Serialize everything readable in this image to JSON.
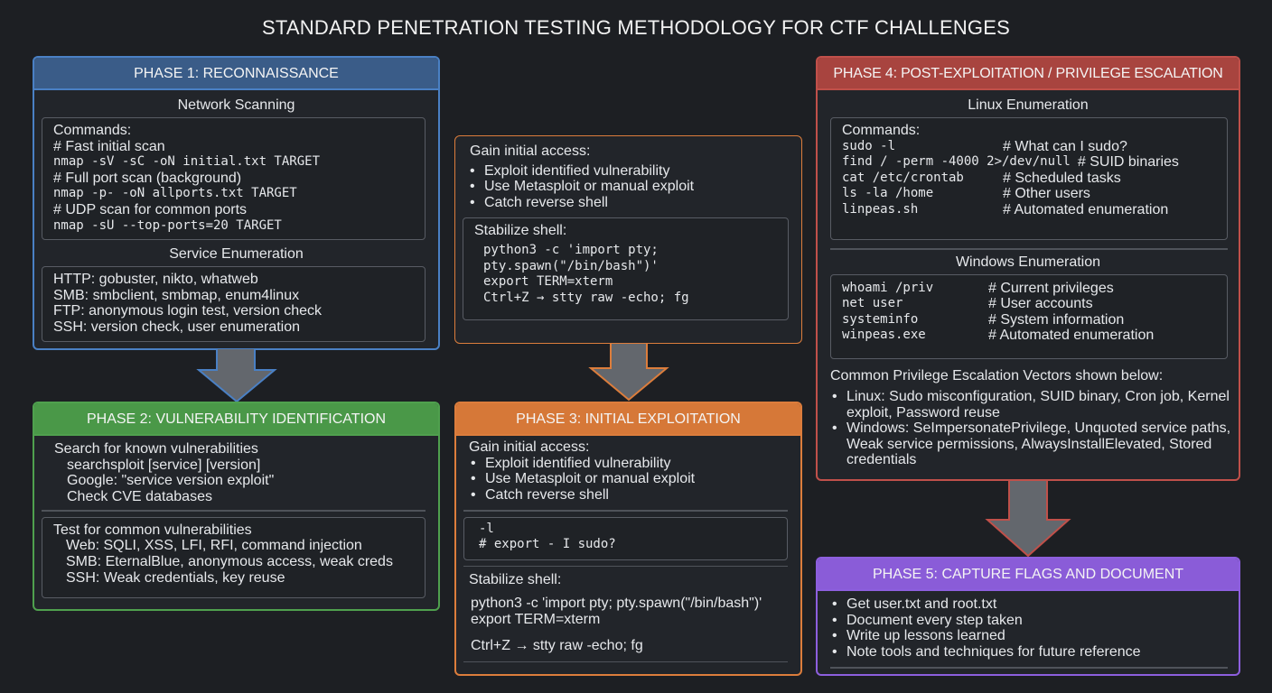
{
  "title": "STANDARD PENETRATION TESTING METHODOLOGY FOR CTF CHALLENGES",
  "colors": {
    "background": "#1d1f23",
    "phase1": "#4a80c4",
    "phase2": "#4fa04e",
    "phase3": "#dc7d3c",
    "phase4": "#c0504a",
    "phase5": "#8d5fde"
  },
  "phase1": {
    "header": "PHASE 1: RECONNAISSANCE",
    "network_title": "Network Scanning",
    "commands_label": "Commands:",
    "commands": [
      {
        "text": "# Fast initial scan",
        "mono": false
      },
      {
        "text": "nmap -sV -sC -oN initial.txt TARGET",
        "mono": true
      },
      {
        "text": "# Full port scan (background)",
        "mono": false
      },
      {
        "text": "nmap -p- -oN allports.txt TARGET",
        "mono": true
      },
      {
        "text": "# UDP scan for common ports",
        "mono": false
      },
      {
        "text": "nmap -sU --top-ports=20 TARGET",
        "mono": true
      }
    ],
    "service_title": "Service Enumeration",
    "services": [
      "HTTP: gobuster, nikto, whatweb",
      "SMB: smbclient, smbmap, enum4linux",
      "FTP: anonymous login test, version check",
      "SSH: version check, user enumeration"
    ]
  },
  "phase2": {
    "header": "PHASE 2: VULNERABILITY IDENTIFICATION",
    "search_title": "Search for known vulnerabilities",
    "search_items": [
      "searchsploit [service] [version]",
      "Google: \"service version exploit\"",
      "Check CVE databases"
    ],
    "test_title": "Test for common vulnerabilities",
    "test_items": [
      "Web: SQLI, XSS, LFI, RFI, command injection",
      "SMB: EternalBlue, anonymous access, weak creds",
      "SSH: Weak credentials, key reuse"
    ]
  },
  "access_box": {
    "gain_title": "Gain initial access:",
    "bullets": [
      "Exploit identified vulnerability",
      "Use Metasploit or manual exploit",
      "Catch reverse shell"
    ],
    "stabilize_title": "Stabilize shell:",
    "stabilize_lines": [
      "python3 -c 'import pty;",
      "pty.spawn(\"/bin/bash\")'",
      "export TERM=xterm",
      "Ctrl+Z → stty raw -echo; fg"
    ]
  },
  "phase3": {
    "header": "PHASE 3: INITIAL EXPLOITATION",
    "gain_title": "Gain initial access:",
    "bullets": [
      "Exploit identified vulnerability",
      "Use Metasploit or manual exploit",
      "Catch reverse shell"
    ],
    "code_lines": [
      "-l",
      "# export - I sudo?"
    ],
    "stabilize_title": "Stabilize shell:",
    "stabilize_lines": [
      "python3 -c 'import pty; pty.spawn(\"/bin/bash\")'",
      "export TERM=xterm"
    ],
    "ctrlz": "Ctrl+Z → stty raw -echo; fg"
  },
  "phase4": {
    "header": "PHASE 4: POST-EXPLOITATION / PRIVILEGE ESCALATION",
    "linux_title": "Linux Enumeration",
    "commands_label": "Commands:",
    "linux_cmds": [
      {
        "cmd": "sudo -l",
        "comment": "# What can I sudo?"
      },
      {
        "cmd": "find / -perm -4000 2>/dev/null",
        "comment": "# SUID binaries"
      },
      {
        "cmd": "cat /etc/crontab",
        "comment": "# Scheduled tasks"
      },
      {
        "cmd": "ls -la /home",
        "comment": "# Other users"
      },
      {
        "cmd": "linpeas.sh",
        "comment": "# Automated enumeration"
      }
    ],
    "windows_title": "Windows Enumeration",
    "windows_cmds": [
      {
        "cmd": "whoami /priv",
        "comment": "# Current privileges"
      },
      {
        "cmd": "net user",
        "comment": "# User accounts"
      },
      {
        "cmd": "systeminfo",
        "comment": "# System information"
      },
      {
        "cmd": "winpeas.exe",
        "comment": "# Automated enumeration"
      }
    ],
    "vectors_title": "Common Privilege Escalation Vectors shown below:",
    "vectors": [
      "Linux: Sudo misconfiguration, SUID binary, Cron job, Kernel exploit, Password reuse",
      "Windows: SeImpersonatePrivilege, Unquoted service paths, Weak service permissions, AlwaysInstallElevated, Stored credentials"
    ]
  },
  "phase5": {
    "header": "PHASE 5: CAPTURE FLAGS AND DOCUMENT",
    "bullets": [
      "Get user.txt and root.txt",
      "Document every step taken",
      "Write up lessons learned",
      "Note tools and techniques for future reference"
    ]
  }
}
